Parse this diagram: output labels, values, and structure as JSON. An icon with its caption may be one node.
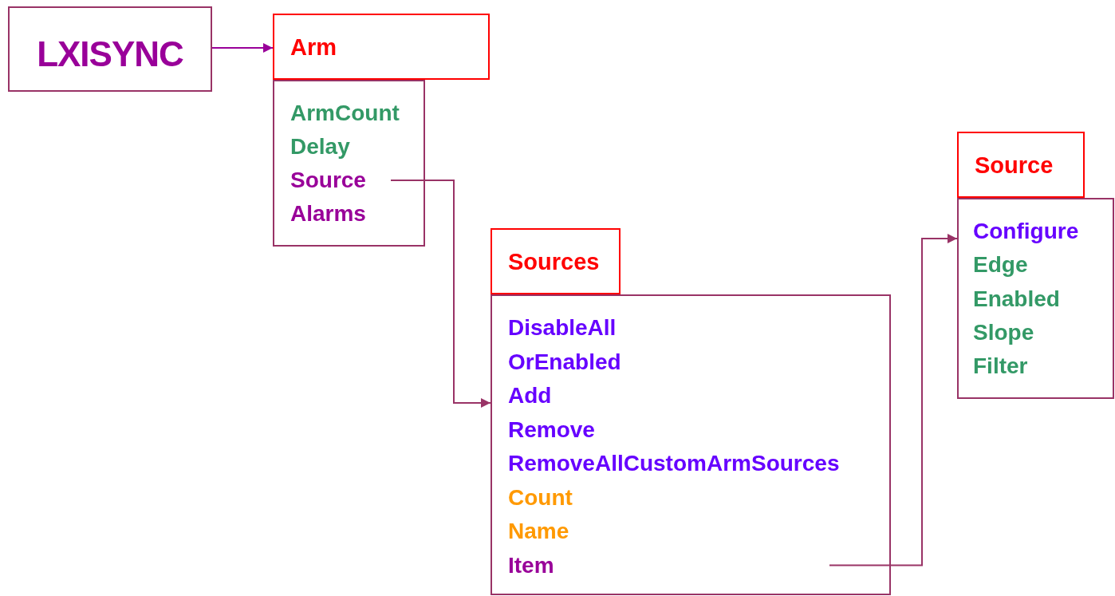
{
  "diagram": {
    "nodes": [
      {
        "text": [
          "LXISYNC"
        ]
      },
      {
        "text": [
          "Arm"
        ]
      },
      {
        "text": [
          "ArmCount",
          "Delay",
          "Source",
          "Alarms"
        ]
      },
      {
        "text": [
          "Sources"
        ]
      },
      {
        "text": [
          "DisableAll",
          "OrEnabled",
          "Add",
          "Remove",
          "RemoveAllCustomArmSources",
          "Count",
          "Name",
          "Item"
        ]
      },
      {
        "text": [
          "Source"
        ]
      },
      {
        "text": [
          "Configure",
          "Edge",
          "Enabled",
          "Slope",
          "Filter"
        ]
      }
    ],
    "edges": [
      {
        "from": 0,
        "to": 1,
        "arrow": "to",
        "color": "#990099"
      },
      {
        "from": 2,
        "to": 4,
        "arrow": "to"
      },
      {
        "from": 4,
        "to": 6,
        "arrow": "to"
      }
    ]
  }
}
